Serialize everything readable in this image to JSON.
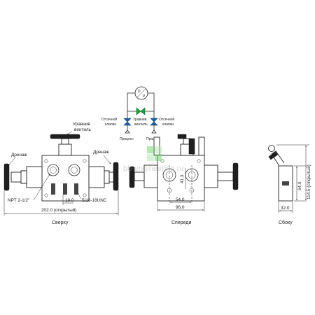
{
  "schematic": {
    "dp_label": "D\nP",
    "left_valve_label": "Отсечной\nклапан",
    "center_valve_label": "Уравнив.\nвентиль",
    "right_valve_label": "Отсечной\nклапан",
    "process_label": "Процесс",
    "colors": {
      "shutoff": "#1f5fa8",
      "equalize": "#1e9e3a"
    }
  },
  "top_view": {
    "caption": "Сверху",
    "equalize_label": "Уравнив\nвентиль",
    "drain_left": "Дренаж",
    "drain_right": "Дренаж",
    "npt_label": "NPT 2-1/2\"",
    "dim_19": "19.0",
    "thread_label": "5/16-18UNC",
    "dim_width": "202.0 (открытый)"
  },
  "front_view": {
    "caption": "Спереди",
    "dim_413": "41.3",
    "dim_54": "54.0",
    "dim_96": "96.0"
  },
  "side_view": {
    "caption": "Сбоку",
    "dim_64": "64.0",
    "dim_1145": "114.5 (открытый)",
    "dim_32": "32.0"
  },
  "watermark": "bb-engineering.ru"
}
